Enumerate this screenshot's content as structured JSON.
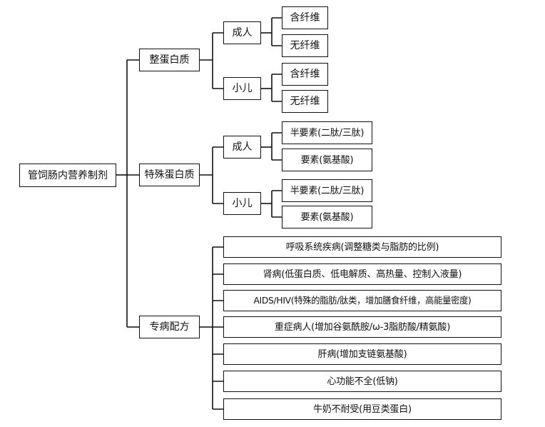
{
  "root": "管饲肠内营养制剂",
  "branches": {
    "whole_protein": {
      "label": "整蛋白质",
      "adult": {
        "label": "成人",
        "with_fiber": "含纤维",
        "no_fiber": "无纤维"
      },
      "child": {
        "label": "小儿",
        "with_fiber": "含纤维",
        "no_fiber": "无纤维"
      }
    },
    "special_protein": {
      "label": "特殊蛋白质",
      "adult": {
        "label": "成人",
        "semi_elemental": "半要素(二肽/三肽)",
        "elemental": "要素(氨基酸)"
      },
      "child": {
        "label": "小儿",
        "semi_elemental": "半要素(二肽/三肽)",
        "elemental": "要素(氨基酸)"
      }
    },
    "disease_specific": {
      "label": "专病配方",
      "items": [
        "呼吸系统疾病(调整糖类与脂肪的比例)",
        "肾病(低蛋白质、低电解质、高热量、控制入液量)",
        "AIDS/HIV(特殊的脂肪/肽类，增加膳食纤维，高能量密度)",
        "重症病人(增加谷氨酰胺/ω-3脂肪酸/精氨酸)",
        "肝病(增加支链氨基酸)",
        "心功能不全(低钠)",
        "牛奶不耐受(用豆类蛋白)"
      ]
    }
  }
}
